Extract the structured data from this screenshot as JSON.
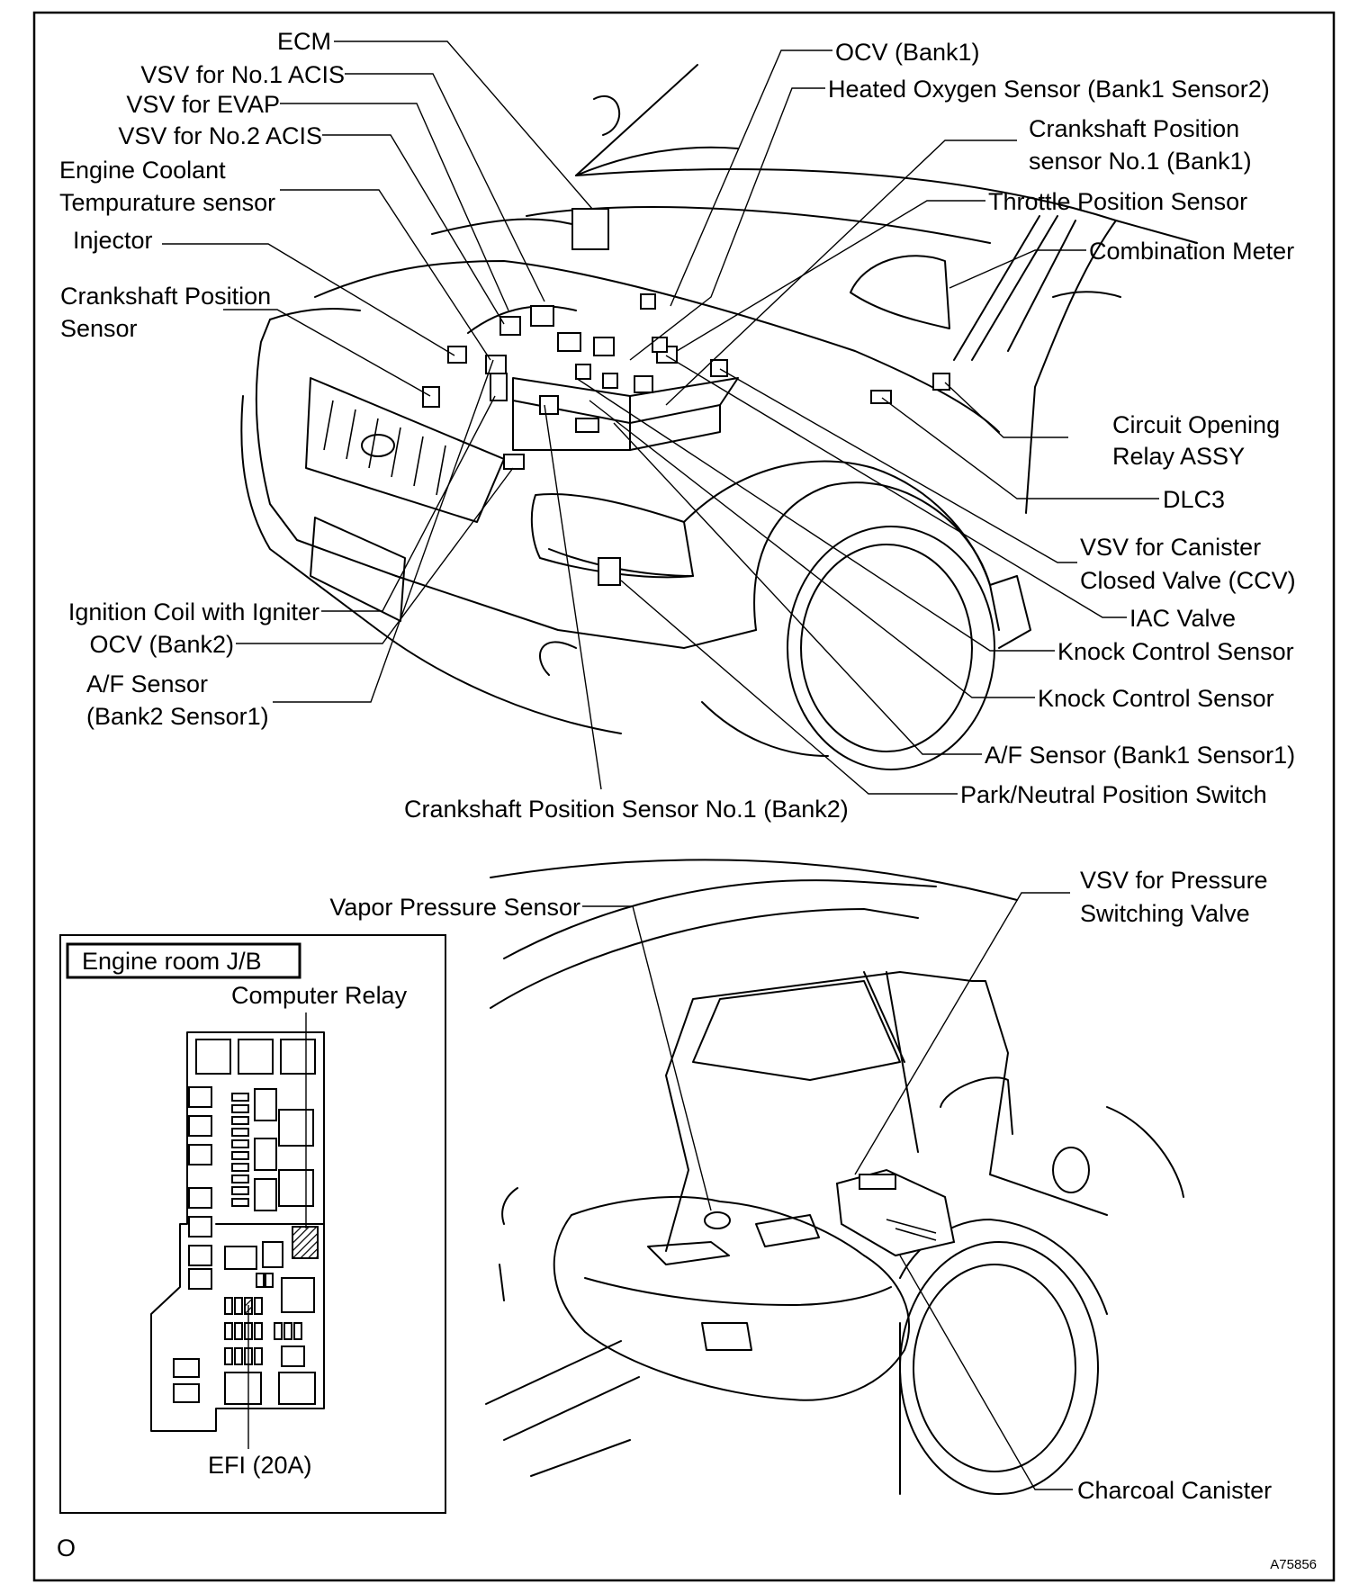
{
  "labels": {
    "ecm": "ECM",
    "vsv_acis1": "VSV for No.1 ACIS",
    "vsv_evap": "VSV for EVAP",
    "vsv_acis2": "VSV for No.2 ACIS",
    "ect_1": "Engine Coolant",
    "ect_2": "Tempurature sensor",
    "injector": "Injector",
    "ckp_1": "Crankshaft Position",
    "ckp_2": "Sensor",
    "ocv1": "OCV (Bank1)",
    "ho2s": "Heated Oxygen Sensor (Bank1 Sensor2)",
    "ckp_no1_b1_1": "Crankshaft Position",
    "ckp_no1_b1_2": "sensor No.1 (Bank1)",
    "tps": "Throttle Position Sensor",
    "comb_meter": "Combination Meter",
    "cor_1": "Circuit Opening",
    "cor_2": "Relay ASSY",
    "dlc3": "DLC3",
    "ccv_1": "VSV for Canister",
    "ccv_2": "Closed Valve (CCV)",
    "iac": "IAC Valve",
    "knock1": "Knock Control Sensor",
    "knock2": "Knock Control Sensor",
    "af_b1": "A/F Sensor (Bank1 Sensor1)",
    "pnp": "Park/Neutral Position Switch",
    "ckp_no1_b2": "Crankshaft Position Sensor No.1 (Bank2)",
    "ign_coil": "Ignition Coil with Igniter",
    "ocv2": "OCV (Bank2)",
    "af_b2_1": "A/F Sensor",
    "af_b2_2": "(Bank2 Sensor1)",
    "vapor": "Vapor Pressure Sensor",
    "vsv_psv_1": "VSV for Pressure",
    "vsv_psv_2": "Switching Valve",
    "charcoal": "Charcoal Canister",
    "jb_title": "Engine room J/B",
    "computer_relay": "Computer Relay",
    "efi": "EFI (20A)",
    "corner_mark": "O",
    "figure_code": "A75856"
  }
}
